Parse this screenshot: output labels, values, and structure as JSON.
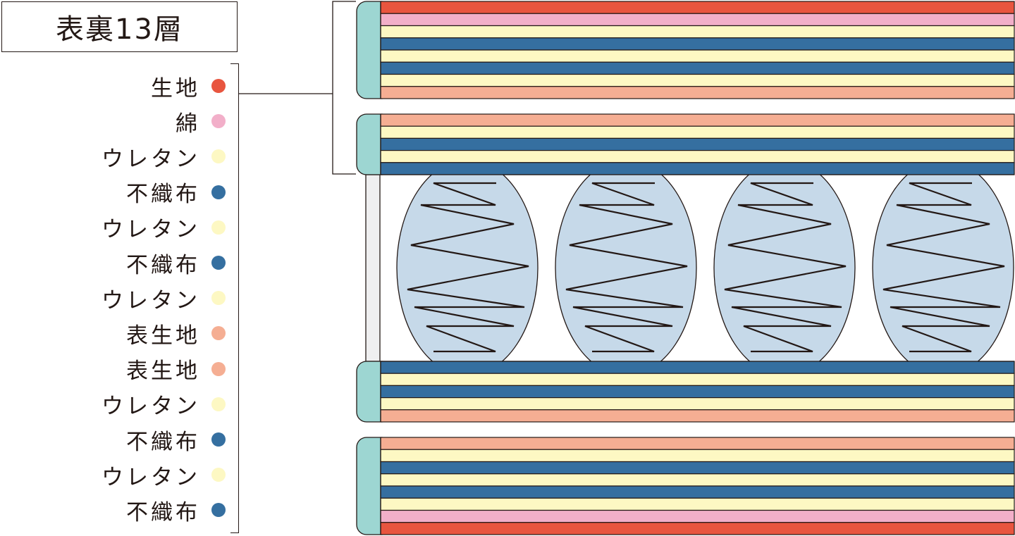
{
  "title": "表裏13層",
  "colors": {
    "fabric": "#e8553f",
    "cotton": "#f2afc9",
    "urethane": "#fdf8c3",
    "nonwoven": "#356fa0",
    "outer_fabric": "#f5ae93",
    "edge": "#9dd6d2",
    "spring_pocket": "#c6d9e9",
    "frame": "#efeff0",
    "line": "#231815"
  },
  "legend": [
    {
      "label": "生地",
      "color": "#e8553f"
    },
    {
      "label": "綿",
      "color": "#f2afc9"
    },
    {
      "label": "ウレタン",
      "color": "#fdf8c3"
    },
    {
      "label": "不織布",
      "color": "#356fa0"
    },
    {
      "label": "ウレタン",
      "color": "#fdf8c3"
    },
    {
      "label": "不織布",
      "color": "#356fa0"
    },
    {
      "label": "ウレタン",
      "color": "#fdf8c3"
    },
    {
      "label": "表生地",
      "color": "#f5ae93"
    },
    {
      "label": "表生地",
      "color": "#f5ae93"
    },
    {
      "label": "ウレタン",
      "color": "#fdf8c3"
    },
    {
      "label": "不織布",
      "color": "#356fa0"
    },
    {
      "label": "ウレタン",
      "color": "#fdf8c3"
    },
    {
      "label": "不織布",
      "color": "#356fa0"
    }
  ],
  "panels": [
    {
      "name": "top-outer",
      "layers": [
        "#e8553f",
        "#f2afc9",
        "#fdf8c3",
        "#356fa0",
        "#fdf8c3",
        "#356fa0",
        "#fdf8c3",
        "#f5ae93"
      ]
    },
    {
      "name": "top-inner",
      "layers": [
        "#f5ae93",
        "#fdf8c3",
        "#356fa0",
        "#fdf8c3",
        "#356fa0"
      ]
    },
    {
      "name": "bottom-inner",
      "layers": [
        "#356fa0",
        "#fdf8c3",
        "#356fa0",
        "#fdf8c3",
        "#f5ae93"
      ]
    },
    {
      "name": "bottom-outer",
      "layers": [
        "#f5ae93",
        "#fdf8c3",
        "#356fa0",
        "#fdf8c3",
        "#356fa0",
        "#fdf8c3",
        "#f2afc9",
        "#e8553f"
      ]
    }
  ],
  "spring_count": 4
}
